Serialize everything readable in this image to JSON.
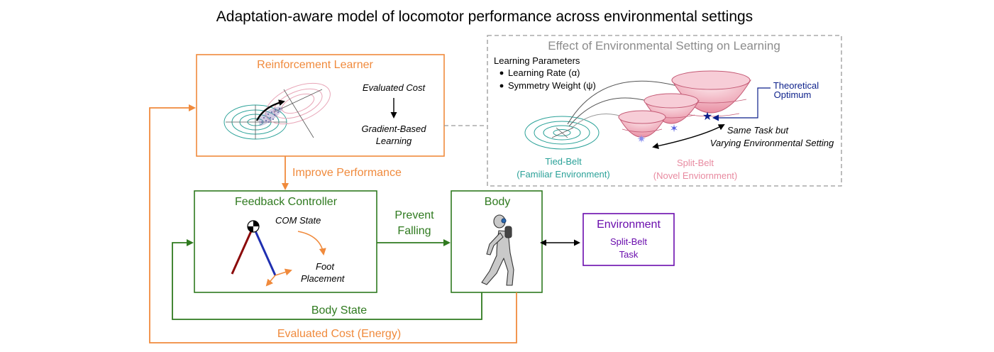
{
  "title": "Adaptation-aware model of locomotor performance across environmental settings",
  "colors": {
    "orange": "#f08a3c",
    "green": "#2f7a1f",
    "teal": "#2aa198",
    "pink": "#e88aa0",
    "navy": "#0b1f8a",
    "purple": "#6a0dad",
    "gray": "#8c8c8c",
    "dark_red": "#8b0a0a",
    "blue": "#1f2fb0"
  },
  "reinforcement_learner": {
    "title": "Reinforcement Learner",
    "evaluated_cost": "Evaluated Cost",
    "gradient_line1": "Gradient-Based",
    "gradient_line2": "Learning"
  },
  "improve_performance": "Improve Performance",
  "feedback_controller": {
    "title": "Feedback Controller",
    "com_state": "COM State",
    "foot_line1": "Foot",
    "foot_line2": "Placement"
  },
  "prevent_falling": {
    "line1": "Prevent",
    "line2": "Falling"
  },
  "body": {
    "title": "Body"
  },
  "environment": {
    "title": "Environment",
    "line1": "Split-Belt",
    "line2": "Task"
  },
  "body_state": "Body State",
  "evaluated_cost_energy": "Evaluated Cost (Energy)",
  "effect_panel": {
    "title": "Effect of Environmental Setting on Learning",
    "params_heading": "Learning Parameters",
    "param1": "Learning Rate (α)",
    "param2": "Symmetry Weight (ψ)",
    "optimum_line1": "Theoretical",
    "optimum_line2": "Optimum",
    "same_task_line1": "Same Task but",
    "same_task_line2": "Varying Environmental Setting",
    "tied_line1": "Tied-Belt",
    "tied_line2": "(Familiar Environment)",
    "split_line1": "Split-Belt",
    "split_line2": "(Novel Enviornment)"
  }
}
